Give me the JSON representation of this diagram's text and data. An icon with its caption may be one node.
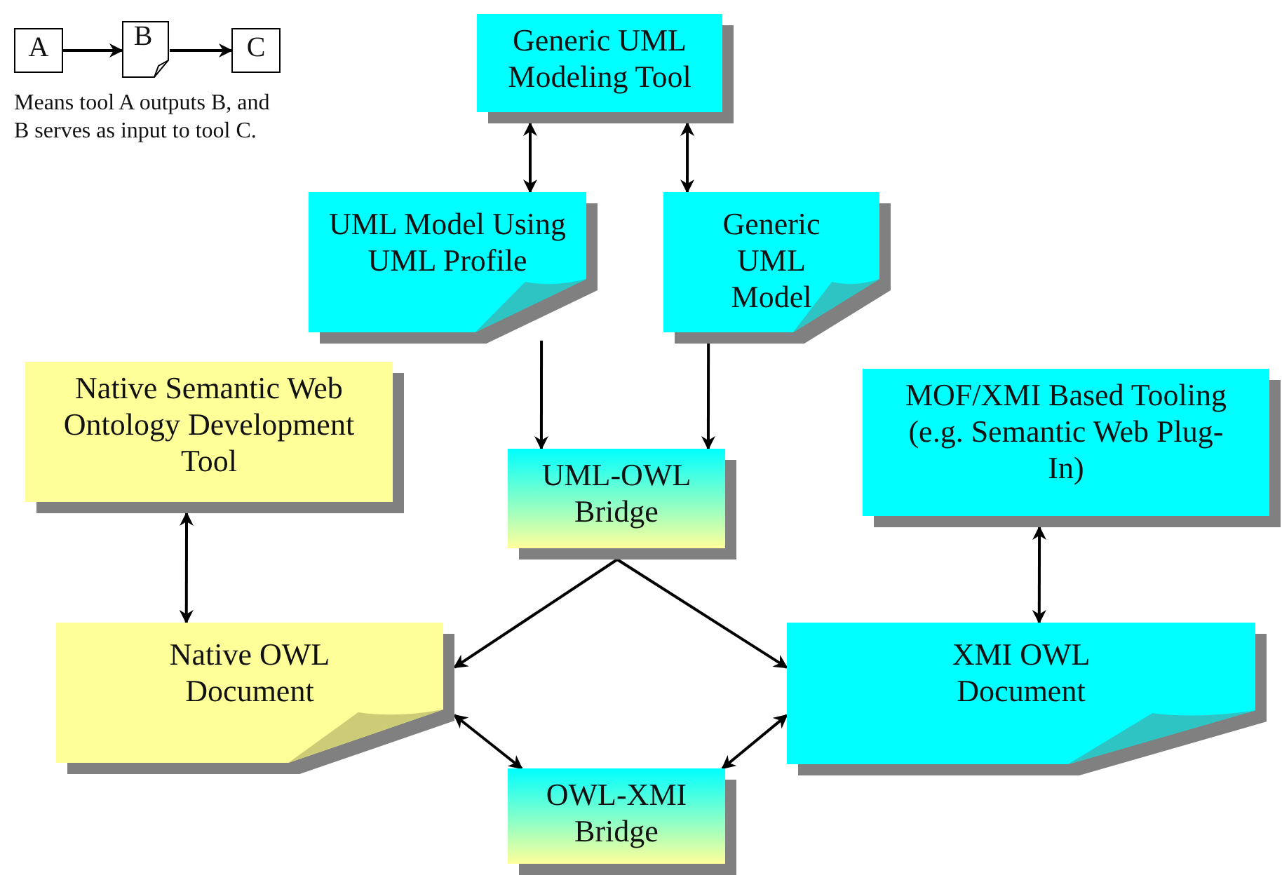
{
  "diagram": {
    "nodes": [
      {
        "text": [
          "A"
        ]
      },
      {
        "text": [
          "B"
        ]
      },
      {
        "text": [
          "C"
        ]
      },
      {
        "text": [
          "Generic UML Modeling Tool"
        ]
      },
      {
        "text": [
          "UML Model Using UML Profile"
        ]
      },
      {
        "text": [
          "Generic UML Model"
        ]
      },
      {
        "text": [
          "Native Semantic Web Ontology Development Tool"
        ]
      },
      {
        "text": [
          "UML-OWL Bridge"
        ]
      },
      {
        "text": [
          "MOF/XMI Based Tooling (e.g. Semantic Web Plug-In)"
        ]
      },
      {
        "text": [
          "Native OWL Document"
        ]
      },
      {
        "text": [
          "XMI OWL Document"
        ]
      },
      {
        "text": [
          "OWL-XMI Bridge"
        ]
      }
    ],
    "edges": [
      {
        "from": 0,
        "to": 1,
        "arrow": "to"
      },
      {
        "from": 1,
        "to": 2,
        "arrow": "to"
      },
      {
        "from": 3,
        "to": 4,
        "arrow": "both"
      },
      {
        "from": 3,
        "to": 5,
        "arrow": "both"
      },
      {
        "from": 4,
        "to": 7,
        "arrow": "to"
      },
      {
        "from": 5,
        "to": 7,
        "arrow": "to"
      },
      {
        "from": 6,
        "to": 9,
        "arrow": "both"
      },
      {
        "from": 8,
        "to": 10,
        "arrow": "both"
      },
      {
        "from": 7,
        "to": 9,
        "arrow": "to"
      },
      {
        "from": 7,
        "to": 10,
        "arrow": "to"
      },
      {
        "from": 9,
        "to": 11,
        "arrow": "both"
      },
      {
        "from": 10,
        "to": 11,
        "arrow": "both"
      }
    ],
    "labels": [
      "Means tool A outputs B, and B serves as input to tool C."
    ]
  }
}
